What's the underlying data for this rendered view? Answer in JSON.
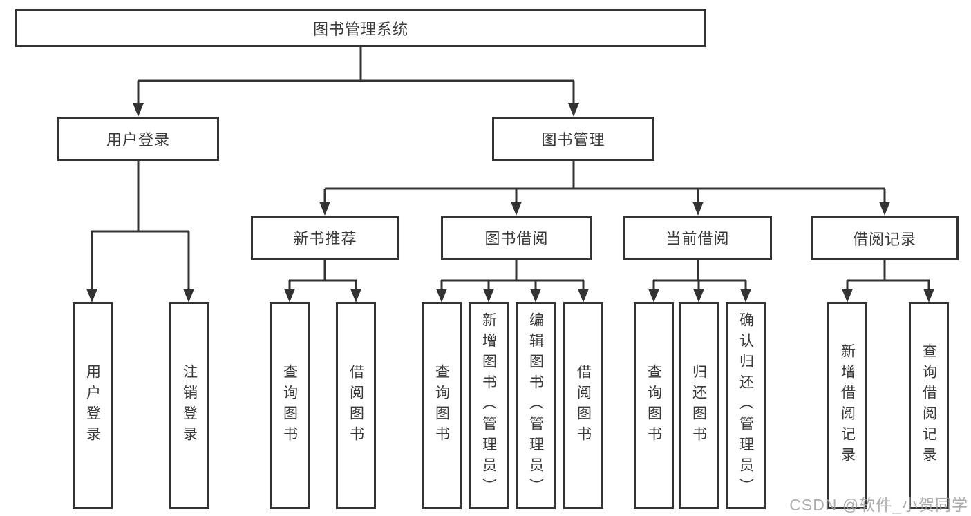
{
  "diagram": {
    "root": {
      "label": "图书管理系统"
    },
    "user_login": {
      "label": "用户登录",
      "children": [
        {
          "label": "用户登录"
        },
        {
          "label": "注销登录"
        }
      ]
    },
    "book_mgmt": {
      "label": "图书管理",
      "modules": [
        {
          "label": "新书推荐",
          "children": [
            {
              "label": "查询图书"
            },
            {
              "label": "借阅图书"
            }
          ]
        },
        {
          "label": "图书借阅",
          "children": [
            {
              "label": "查询图书"
            },
            {
              "label": "新增图书（管理员）"
            },
            {
              "label": "编辑图书（管理员）"
            },
            {
              "label": "借阅图书"
            }
          ]
        },
        {
          "label": "当前借阅",
          "children": [
            {
              "label": "查询图书"
            },
            {
              "label": "归还图书"
            },
            {
              "label": "确认归还（管理员）"
            }
          ]
        },
        {
          "label": "借阅记录",
          "children": [
            {
              "label": "新增借阅记录"
            },
            {
              "label": "查询借阅记录"
            }
          ]
        }
      ]
    }
  },
  "watermark": {
    "text": "CSDN @软件_小贺同学"
  },
  "colors": {
    "line": "#333333",
    "text": "#3a3a3a",
    "background": "#ffffff",
    "watermark": "#9e9e9e"
  }
}
